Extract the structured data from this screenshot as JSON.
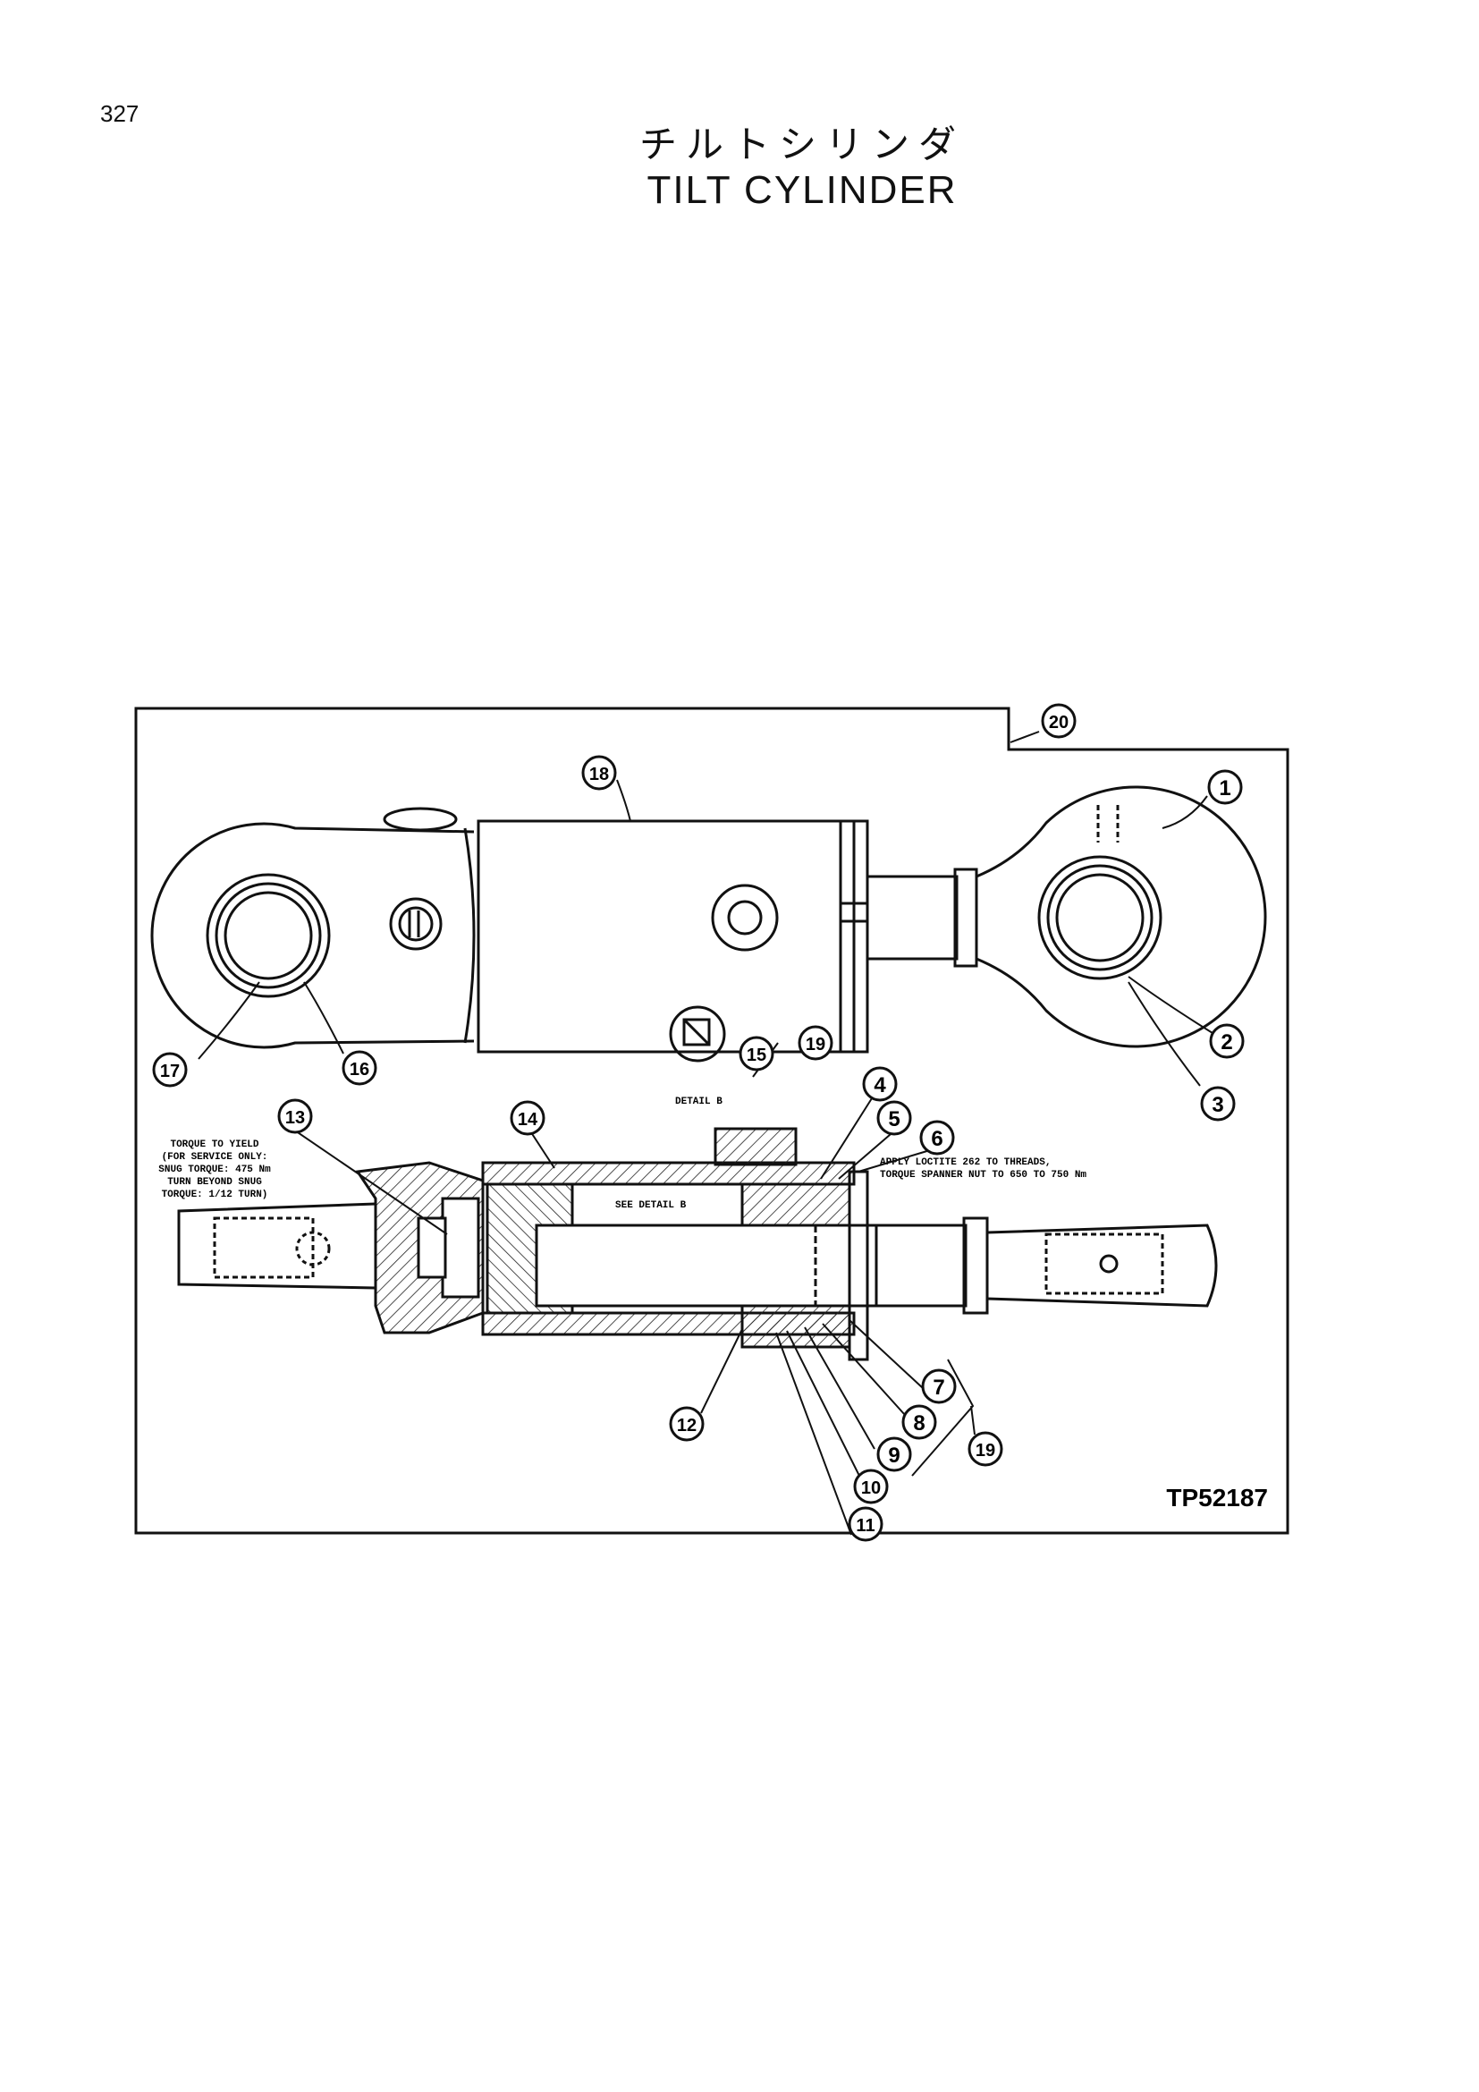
{
  "page_number": "327",
  "title_japanese": "チルトシリンダ",
  "title_english": "TILT CYLINDER",
  "drawing_code": "TP52187",
  "detail_label": "DETAIL  B",
  "see_detail_label": "SEE DETAIL  B",
  "note_torque_left": [
    "TORQUE TO YIELD",
    "(FOR SERVICE ONLY:",
    "SNUG TORQUE: 475 Nm",
    "TURN BEYOND SNUG",
    "TORQUE: 1/12 TURN)"
  ],
  "note_torque_right": [
    "APPLY LOCTITE 262 TO THREADS,",
    "TORQUE SPANNER NUT TO 650 TO 750 Nm"
  ],
  "callouts": [
    "1",
    "2",
    "3",
    "4",
    "5",
    "6",
    "7",
    "8",
    "9",
    "10",
    "11",
    "12",
    "13",
    "14",
    "15",
    "16",
    "17",
    "18",
    "19",
    "20"
  ]
}
